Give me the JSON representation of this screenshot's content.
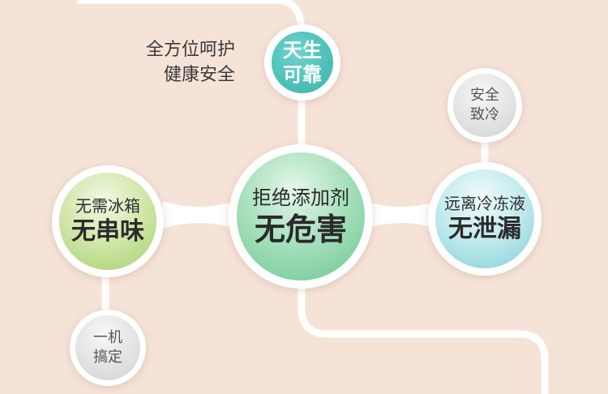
{
  "tagline": {
    "line1": "全方位呵护",
    "line2": "健康安全"
  },
  "bubbles": {
    "top": {
      "line1": "天生",
      "line2": "可靠"
    },
    "center": {
      "line1": "拒绝添加剂",
      "line2": "无危害"
    },
    "left": {
      "line1": "无需冰箱",
      "line2": "无串味"
    },
    "right": {
      "line1": "远离冷冻液",
      "line2": "无泄漏"
    },
    "top_right": {
      "line1": "安全",
      "line2": "致冷"
    },
    "bottom_left": {
      "line1": "一机",
      "line2": "搞定"
    }
  },
  "colors": {
    "background": "#f6e3d8",
    "teal": "#48c2bb",
    "center_green": "#7ccfa0",
    "left_green": "#b7d98a",
    "right_cyan": "#8ed6da",
    "grey": "#d9d9d9"
  }
}
